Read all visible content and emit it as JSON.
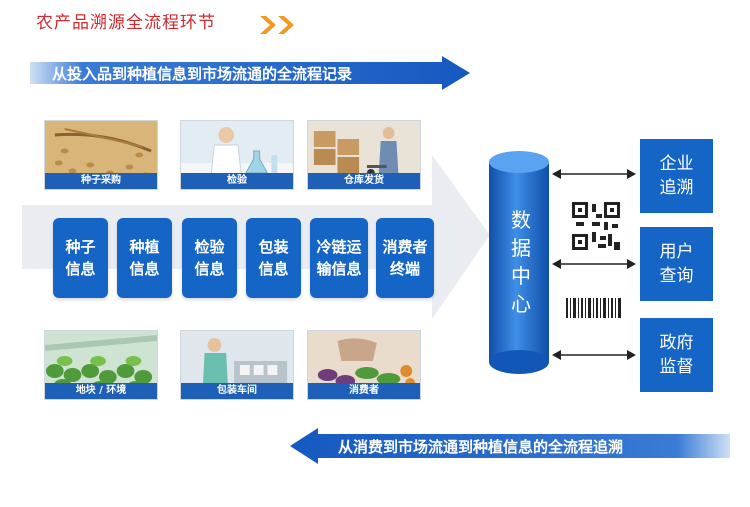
{
  "title": "农产品溯源全流程环节",
  "top_banner": "从投入品到种植信息到市场流通的全流程记录",
  "bottom_banner": "从消费到市场流通到种植信息的全流程追溯",
  "photos_top": [
    {
      "caption": "种子采购"
    },
    {
      "caption": "检验"
    },
    {
      "caption": "仓库发货"
    }
  ],
  "photos_bottom": [
    {
      "caption": "地块 / 环境"
    },
    {
      "caption": "包装车间"
    },
    {
      "caption": "消费者"
    }
  ],
  "info_blocks": [
    {
      "line1": "种子",
      "line2": "信息"
    },
    {
      "line1": "种植",
      "line2": "信息"
    },
    {
      "line1": "检验",
      "line2": "信息"
    },
    {
      "line1": "包装",
      "line2": "信息"
    },
    {
      "line1": "冷链运",
      "line2": "输信息"
    },
    {
      "line1": "消费者",
      "line2": "终端"
    }
  ],
  "data_center": [
    "数",
    "据",
    "中",
    "心"
  ],
  "right_boxes": [
    {
      "line1": "企业",
      "line2": "追溯"
    },
    {
      "line1": "用户",
      "line2": "查询"
    },
    {
      "line1": "政府",
      "line2": "监督"
    }
  ],
  "colors": {
    "primary_blue": "#1565c7",
    "title_red": "#d2282e",
    "chevron_orange": "#f39a1e"
  }
}
